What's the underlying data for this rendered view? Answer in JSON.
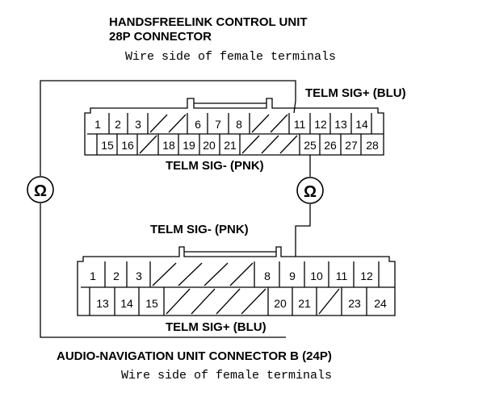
{
  "top": {
    "title_line1": "HANDSFREELINK CONTROL UNIT",
    "title_line2": "28P CONNECTOR",
    "subtitle": "Wire side of female terminals",
    "row1": [
      "1",
      "2",
      "3",
      "",
      "",
      "6",
      "7",
      "8",
      "",
      "",
      "11",
      "12",
      "13",
      "14"
    ],
    "row2": [
      "",
      "15",
      "16",
      "",
      "18",
      "19",
      "20",
      "21",
      "",
      "",
      "25",
      "26",
      "27",
      "28"
    ],
    "label_blu": "TELM SIG+ (BLU)",
    "label_pnk": "TELM SIG- (PNK)"
  },
  "bottom": {
    "title": "AUDIO-NAVIGATION UNIT CONNECTOR B (24P)",
    "subtitle": "Wire side of female terminals",
    "row1": [
      "1",
      "2",
      "3",
      "",
      "",
      "",
      "",
      "8",
      "9",
      "10",
      "11",
      "12"
    ],
    "row2": [
      "",
      "13",
      "14",
      "15",
      "",
      "",
      "",
      "",
      "20",
      "21",
      "",
      "23",
      "24"
    ],
    "label_pnk": "TELM SIG- (PNK)",
    "label_blu": "TELM SIG+ (BLU)"
  },
  "meter_left": "Ω",
  "meter_right": "Ω"
}
